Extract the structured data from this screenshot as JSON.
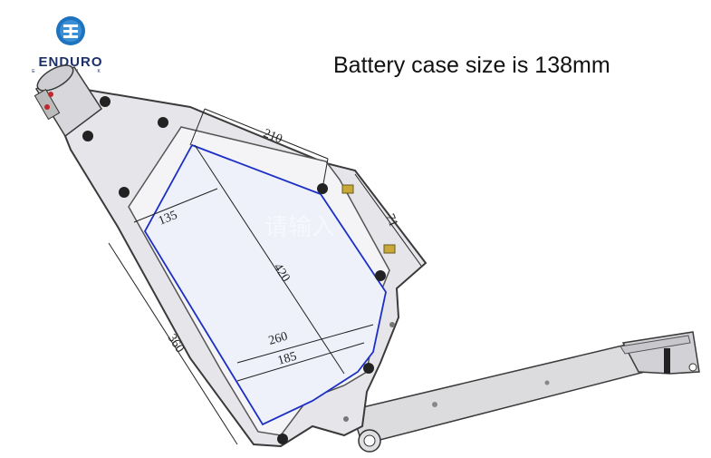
{
  "brand": {
    "name": "ENDURO",
    "sub": "E B I K E",
    "accent": "#1e73be",
    "text_color": "#1b2f6b"
  },
  "caption": "Battery case size is 138mm",
  "watermark": "请输入",
  "dimensions": {
    "top": "210",
    "right_upper": "71",
    "left_diag": "135",
    "long_diag": "420",
    "left_side": "360",
    "lower_wide": "260",
    "lower_narrow": "185"
  },
  "colors": {
    "frame_fill": "#e6e6ea",
    "frame_stroke": "#3a3a3a",
    "battery_outline": "#1c2fc4",
    "battery_fill": "#eef0fa",
    "dim_line": "#222222"
  }
}
